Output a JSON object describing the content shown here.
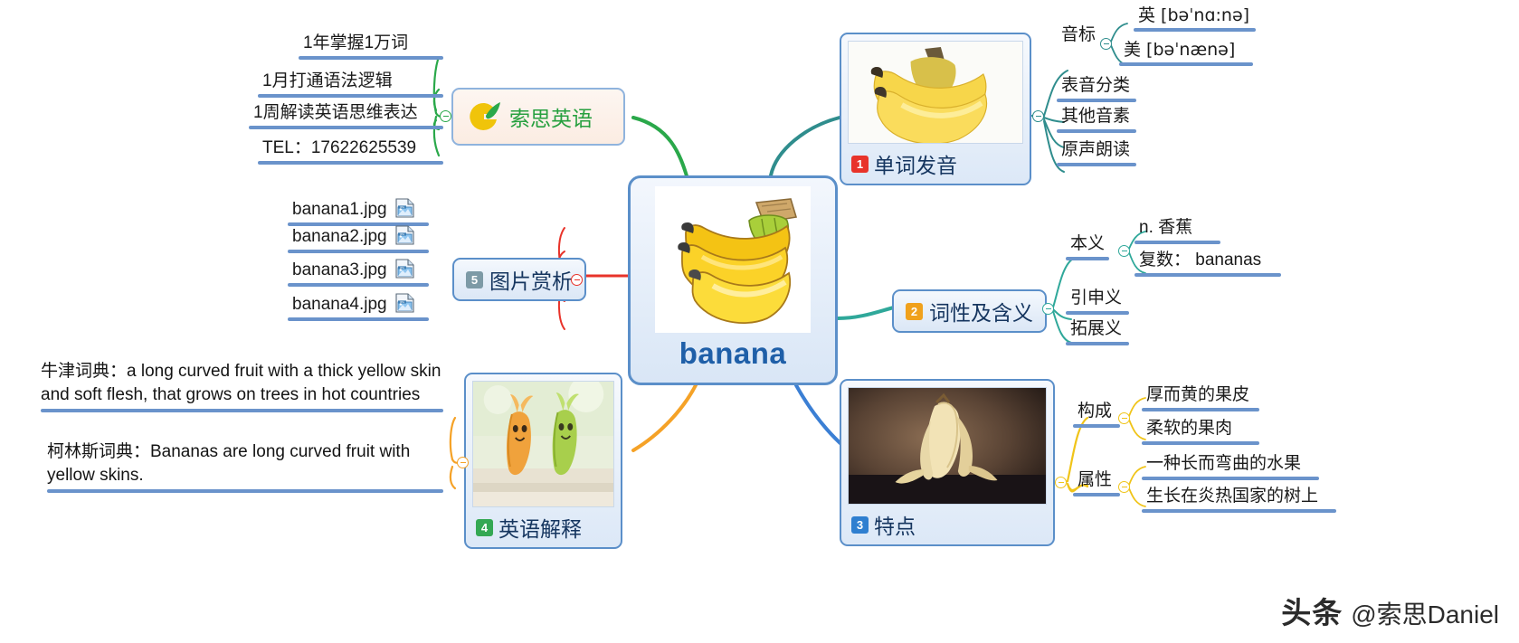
{
  "central": {
    "title": "banana",
    "image_alt": "banana-bunch-illustration"
  },
  "logo": {
    "brand": "索思英语",
    "icon": "g-leaf-logo"
  },
  "promo": {
    "items": [
      {
        "text": "1年掌握1万词"
      },
      {
        "text": "1月打通语法逻辑"
      },
      {
        "text": "1周解读英语思维表达"
      },
      {
        "text": "TEL：17622625539"
      }
    ]
  },
  "branches": [
    {
      "id": "pronunciation",
      "number": "1",
      "label": "单词发音",
      "badge_color": "#e8332a",
      "image_alt": "banana-photo-yellow-bunch",
      "children": [
        {
          "label": "音标",
          "children": [
            {
              "label": "英 [bəˈnɑ:nə]"
            },
            {
              "label": "美 [bəˈnænə]"
            }
          ]
        },
        {
          "label": "表音分类",
          "children": []
        },
        {
          "label": "其他音素",
          "children": []
        },
        {
          "label": "原声朗读",
          "children": []
        }
      ]
    },
    {
      "id": "part-of-speech",
      "number": "2",
      "label": "词性及含义",
      "badge_color": "#f0a11c",
      "children": [
        {
          "label": "本义",
          "children": [
            {
              "label": "n. 香蕉"
            },
            {
              "label": "复数： bananas"
            }
          ]
        },
        {
          "label": "引申义",
          "children": []
        },
        {
          "label": "拓展义",
          "children": []
        }
      ]
    },
    {
      "id": "features",
      "number": "3",
      "label": "特点",
      "badge_color": "#2f7fd0",
      "image_alt": "peeled-banana-dark-background-photo",
      "children": [
        {
          "label": "构成",
          "children": [
            {
              "label": "厚而黄的果皮"
            },
            {
              "label": "柔软的果肉"
            }
          ]
        },
        {
          "label": "属性",
          "children": [
            {
              "label": "一种长而弯曲的水果"
            },
            {
              "label": "生长在炎热国家的树上"
            }
          ]
        }
      ]
    },
    {
      "id": "english-explanation",
      "number": "4",
      "label": "英语解释",
      "badge_color": "#34a853",
      "image_alt": "two-banana-toy-figures-photo",
      "children": [
        {
          "label": "牛津词典：a long curved fruit with a thick yellow skin and soft flesh, that grows on trees in hot countries"
        },
        {
          "label": "柯林斯词典：Bananas are long curved fruit with yellow skins."
        }
      ]
    },
    {
      "id": "picture-appreciation",
      "number": "5",
      "label": "图片赏析",
      "badge_color": "#7d9aa6",
      "children": [
        {
          "label": "banana1.jpg",
          "icon": "jpg-file-icon"
        },
        {
          "label": "banana2.jpg",
          "icon": "jpg-file-icon"
        },
        {
          "label": "banana3.jpg",
          "icon": "jpg-file-icon"
        },
        {
          "label": "banana4.jpg",
          "icon": "jpg-file-icon"
        }
      ]
    }
  ],
  "watermark": {
    "logo": "头条",
    "handle": "@索思Daniel"
  },
  "colors": {
    "branch_teal": "#2f8d8d",
    "branch_green": "#2aa84a",
    "branch_red": "#e8332a",
    "branch_orange": "#f5a227",
    "branch_yellow": "#f0c419",
    "underline_blue": "#6a93cb",
    "node_border": "#5b8fc9"
  }
}
